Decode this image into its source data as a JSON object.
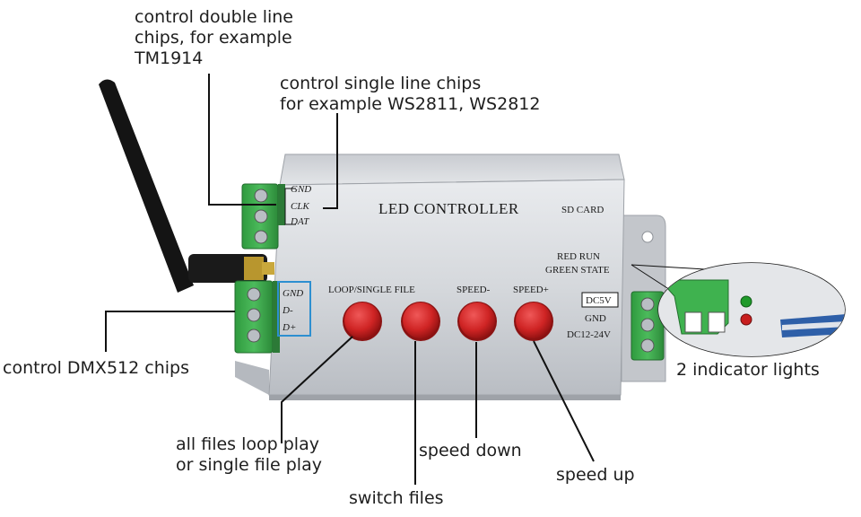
{
  "device": {
    "title": "LED CONTROLLER",
    "sd_card": "SD CARD",
    "indicator_row_1": "RED RUN",
    "indicator_row_2": "GREEN STATE",
    "top_terminal": [
      "GND",
      "CLK",
      "DAT"
    ],
    "dmx_terminal": [
      "GND",
      "D-",
      "D+"
    ],
    "power_box": "DC5V",
    "power_gnd": "GND",
    "power_range": "DC12-24V",
    "buttons": [
      {
        "label": "LOOP/SINGLE FILE",
        "color": "#d62a2a"
      },
      {
        "label": "SPEED-",
        "color": "#d62a2a"
      },
      {
        "label": "SPEED+",
        "color": "#d62a2a"
      }
    ],
    "led_colors": {
      "green": "#1f9a2a",
      "red": "#c81e1e"
    },
    "terminal_color": "#3aa64a",
    "highlight_color": "#2d8fd0"
  },
  "annotations": {
    "double_line": "control double line\nchips, for example\nTM1914",
    "single_line": "control single line chips\nfor example WS2811, WS2812",
    "dmx": "control DMX512 chips",
    "indicators": "2 indicator lights",
    "loop": "all files loop play\nor single file play",
    "switch": "switch files",
    "speed_down": "speed down",
    "speed_up": "speed up"
  }
}
